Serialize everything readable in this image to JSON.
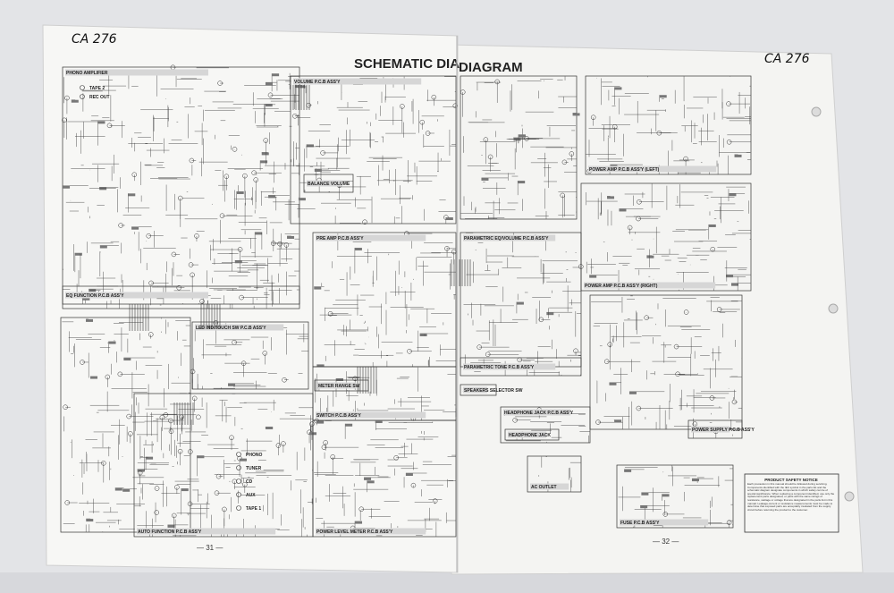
{
  "handwritten_notes": {
    "left": "CA 276",
    "right": "CA 276"
  },
  "title": "SCHEMATIC DIAGRAM",
  "title_left_part": "SCHEMATIC DIA",
  "title_right_part": "DIAGRAM",
  "page_numbers": {
    "left": "— 31 —",
    "right": "— 32 —"
  },
  "blocks": {
    "phono_amp": "PHONO AMPLIFIER",
    "volume": "VOLUME P.C.B ASS'Y",
    "eq_function": "EQ FUNCTION P.C.B ASS'Y",
    "led_touch": "LED IND/TOUCH SW P.C.B ASS'Y",
    "auto_function": "AUTO FUNCTION P.C.B ASS'Y",
    "power_level_meter": "POWER LEVEL METER P.C.B ASS'Y",
    "pre_amp": "PRE AMP P.C.B ASS'Y",
    "parametric_eq_volume": "PARAMETRIC EQ/VOLUME P.C.B ASS'Y",
    "parametric_tone": "PARAMETRIC TONE P.C.B ASS'Y",
    "switch": "SWITCH P.C.B ASS'Y",
    "meter_range": "METER RANGE SW",
    "speakers_selector": "SPEAKERS SELECTOR SW",
    "headphone_jack_pcb": "HEADPHONE JACK P.C.B ASS'Y",
    "headphone_jack": "HEADPHONE JACK",
    "power_amp_left": "POWER AMP P.C.B ASS'Y (LEFT)",
    "power_amp_right": "POWER AMP P.C.B ASS'Y (RIGHT)",
    "power_supply": "POWER SUPPLY P.C.B ASS'Y",
    "fuse": "FUSE P.C.B ASS'Y",
    "balance_volume": "BALANCE VOLUME",
    "ac_outlet": "AC OUTLET"
  },
  "jacks": [
    "PHONO",
    "TUNER",
    "CD",
    "AUX",
    "TAPE 1",
    "TAPE 2",
    "REC OUT"
  ],
  "safety_notice": {
    "heading": "PRODUCT SAFETY NOTICE",
    "body": "Each precaution in this manual should be followed during servicing. Components identified with the IEC symbol in the parts list and the schematic diagram designate components in which safety can be of special significance. When replacing a component identified, use only the replacement parts designated, or parts with the same ratings of resistance, wattage or voltage that are designated in the parts list in this manual. Leakage-current or resistance measurements must be made to determine that exposed parts are acceptably insulated from the supply circuit before returning the product to the customer."
  }
}
